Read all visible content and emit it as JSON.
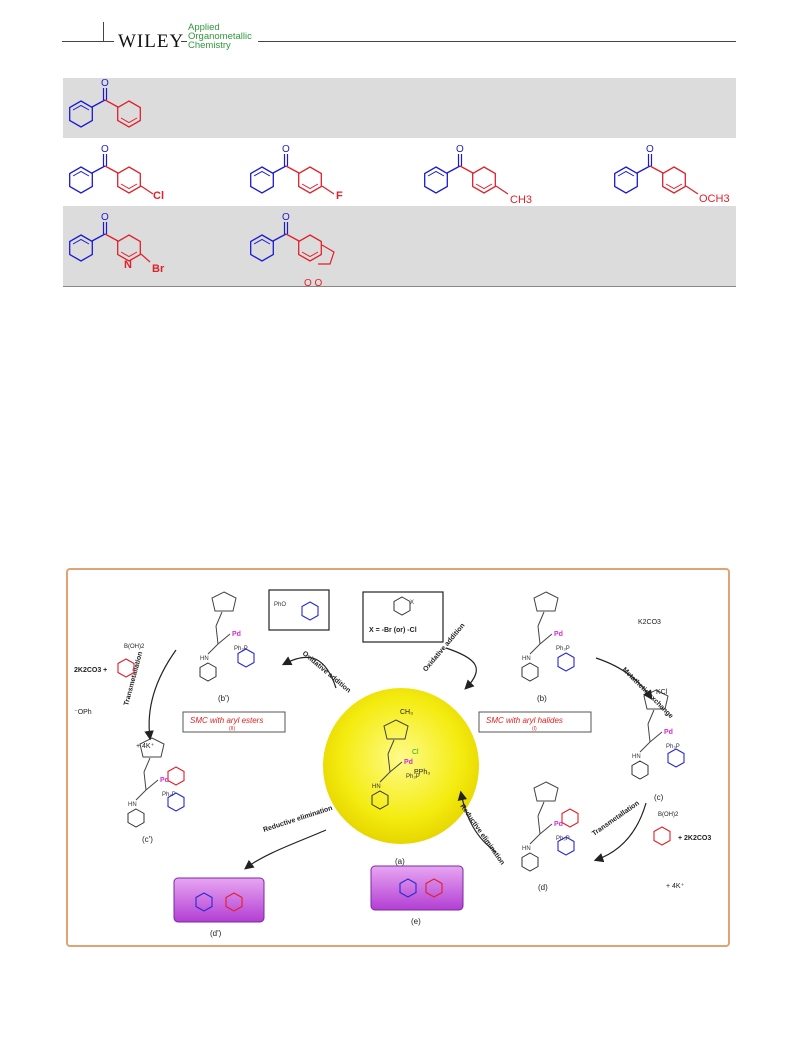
{
  "header": {
    "publisher": "WILEY",
    "journal_line1": "Applied",
    "journal_line2": "Organometallic",
    "journal_line3": "Chemistry"
  },
  "table": {
    "row1": [
      {
        "sub": ""
      }
    ],
    "row2": [
      {
        "sub": "Cl"
      },
      {
        "sub": "F"
      },
      {
        "sub": "CH3"
      },
      {
        "sub": "OCH3"
      }
    ],
    "row3": [
      {
        "sub": "Br",
        "ring_atom": "N"
      },
      {
        "sub": "O O"
      }
    ]
  },
  "scheme": {
    "center_label": "(a)",
    "left_box": "SMC with aryl esters",
    "left_box_num": "(II)",
    "right_box": "SMC with aryl halides",
    "right_box_num": "(I)",
    "arrows": {
      "oxidative_addition_left": "Oxidative addition",
      "oxidative_addition_right": "Oxidative addition",
      "metathetic_exchange": "Metathetic exchange",
      "transmetallation_left": "Transmetallation",
      "transmetallation_right": "Transmetallation",
      "reductive_elim_left": "Reductive elimination",
      "reductive_elim_right": "Reductive elimination"
    },
    "reagents": {
      "aryl_halide_x": "X = -Br (or) -Cl",
      "k2co3": "K2CO3",
      "kcl": "KCl",
      "boronic_left": "B(OH)2",
      "boronic_right": "B(OH)2",
      "two_k2co3_left": "2K2CO3 +",
      "two_k2co3_right": "+ 2K2CO3",
      "ophe": "⁻OPh",
      "fourk_left": "+ 4K⁺",
      "fourk_right": "+ 4K⁺",
      "ester_label": "PhO"
    },
    "labels": {
      "b": "(b)",
      "c": "(c)",
      "d": "(d)",
      "e": "(e)",
      "bp": "(b')",
      "cp": "(c')",
      "dp": "(d')"
    }
  }
}
